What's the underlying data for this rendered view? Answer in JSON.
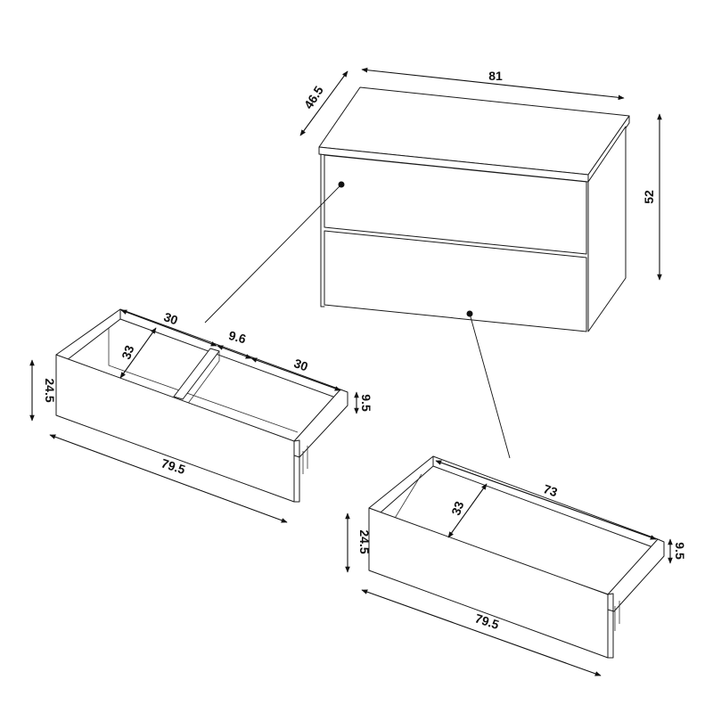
{
  "cabinet": {
    "width": "81",
    "depth": "46.5",
    "height": "52"
  },
  "top_drawer": {
    "compartment_left_width": "30",
    "compartment_depth": "33",
    "divider_gap": "9.6",
    "compartment_right_width": "30",
    "front_height": "24.5",
    "inner_height": "9.5",
    "front_width": "79.5"
  },
  "bottom_drawer": {
    "inner_width": "73",
    "inner_depth": "33",
    "front_height": "24.5",
    "inner_height": "9.5",
    "front_width": "79.5"
  },
  "colors": {
    "line": "#1a1a1a",
    "background": "#ffffff"
  }
}
